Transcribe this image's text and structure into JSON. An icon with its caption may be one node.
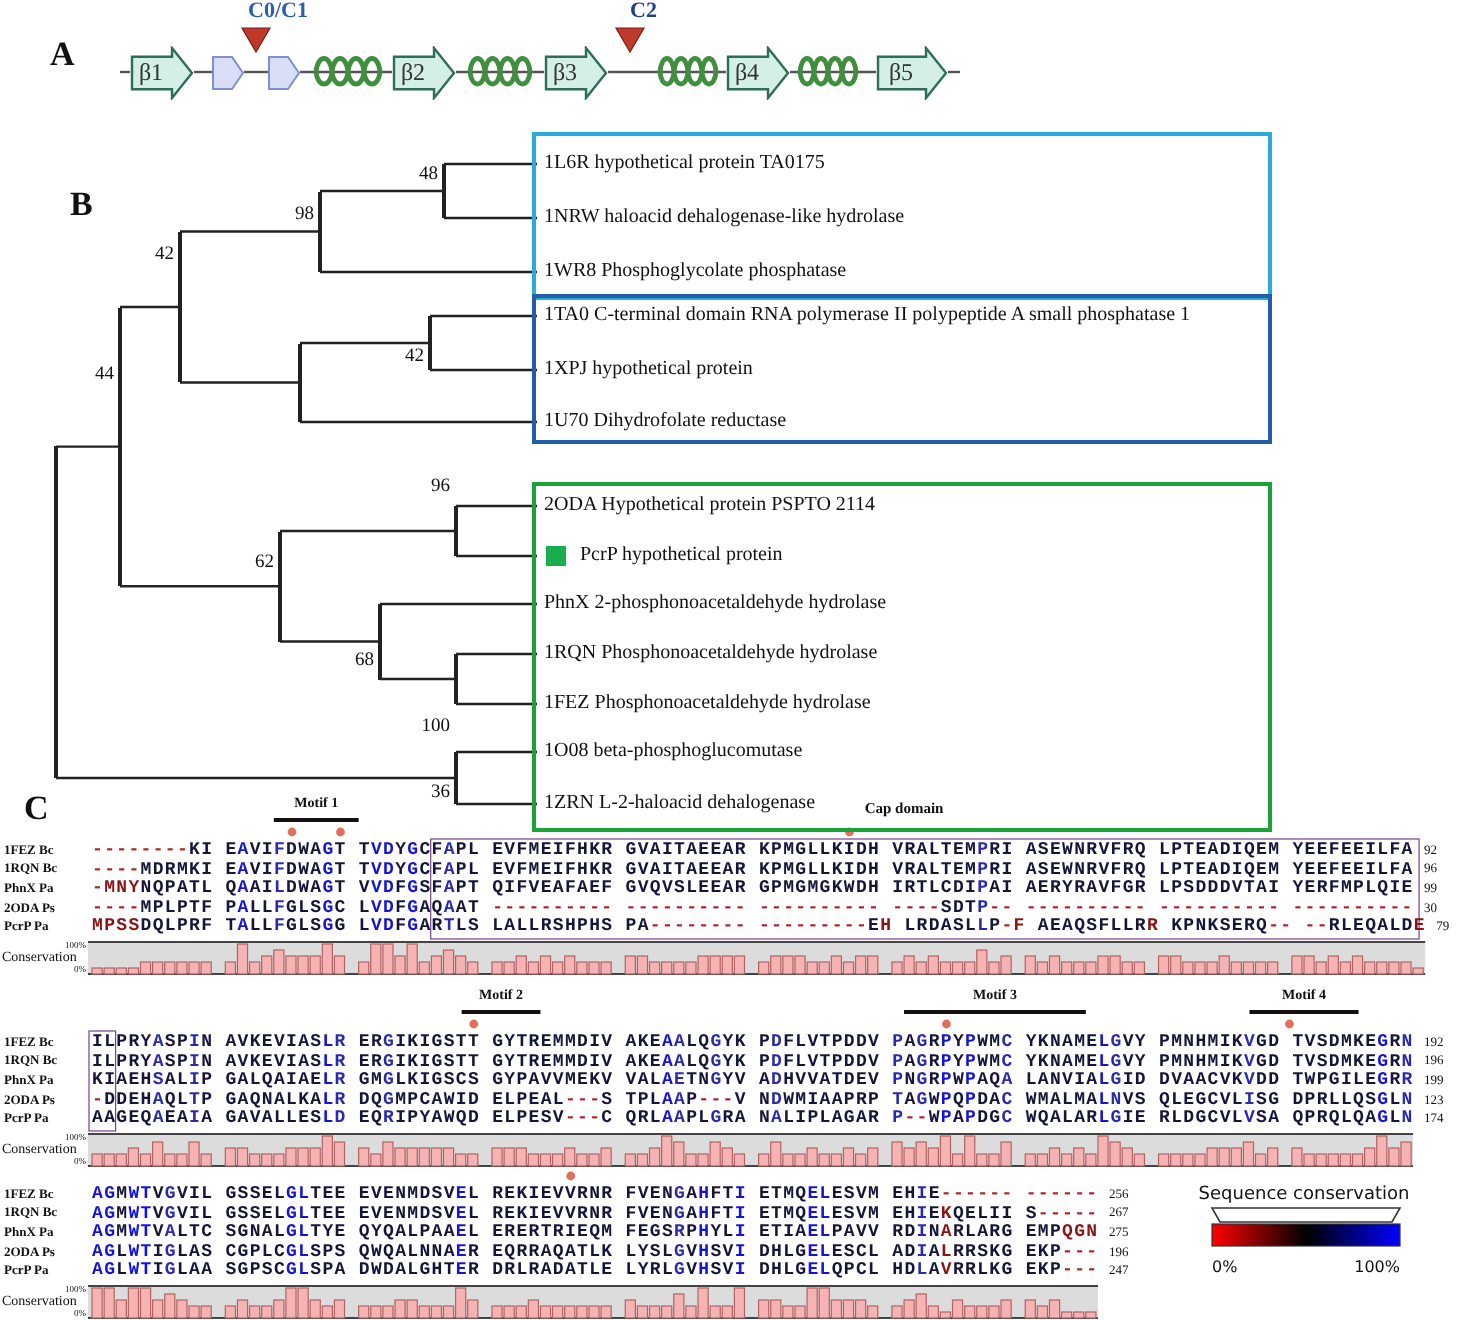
{
  "diagram": {
    "nodes": [
      {
        "text": [
          "β1"
        ]
      },
      {
        "text": [],
        "shape": "pentagon"
      },
      {
        "text": [],
        "shape": "pentagon"
      },
      {
        "text": [
          "β2"
        ]
      },
      {
        "text": [
          "β3"
        ]
      },
      {
        "text": [
          "β4"
        ]
      },
      {
        "text": [
          "β5"
        ]
      },
      {
        "text": [],
        "shape": "box"
      },
      {
        "text": [
          "1L6R hypothetical protein TA0175"
        ],
        "in": 7
      },
      {
        "text": [
          "1NRW haloacid dehalogenase-like hydrolase"
        ],
        "in": 7
      },
      {
        "text": [
          "1WR8 Phosphoglycolate phosphatase"
        ],
        "in": 7
      },
      {
        "text": [],
        "shape": "box"
      },
      {
        "text": [
          "1TA0 C-terminal domain RNA polymerase II polypeptide A small phosphatase 1"
        ],
        "in": 11
      },
      {
        "text": [
          "1XPJ hypothetical protein"
        ],
        "in": 11
      },
      {
        "text": [
          "1U70 Dihydrofolate reductase"
        ],
        "in": 11
      },
      {
        "text": [],
        "shape": "box"
      },
      {
        "text": [
          "2ODA Hypothetical protein PSPTO 2114"
        ],
        "in": 15
      },
      {
        "text": [
          "PcrP hypothetical protein"
        ],
        "in": 15
      },
      {
        "text": [
          "PhnX 2-phosphonoacetaldehyde hydrolase"
        ],
        "in": 15
      },
      {
        "text": [
          "1RQN Phosphonoacetaldehyde hydrolase"
        ],
        "in": 15
      },
      {
        "text": [
          "1FEZ Phosphonoacetaldehyde hydrolase"
        ],
        "in": 15
      },
      {
        "text": [
          "1O08 beta-phosphoglucomutase"
        ],
        "in": 15
      },
      {
        "text": [
          "1ZRN L-2-haloacid dehalogenase"
        ],
        "in": 15
      },
      {
        "text": [],
        "shape": "bar"
      },
      {
        "text": [],
        "shape": "bar",
        "beside": [
          "44"
        ]
      },
      {
        "text": [],
        "shape": "bar",
        "beside": [
          "42"
        ]
      },
      {
        "text": [],
        "shape": "bar",
        "beside": [
          "98"
        ]
      },
      {
        "text": [],
        "shape": "bar",
        "beside": [
          "48"
        ]
      },
      {
        "text": [],
        "shape": "bar"
      },
      {
        "text": [],
        "shape": "bar",
        "beside": [
          "42"
        ]
      },
      {
        "text": [],
        "shape": "bar",
        "beside": [
          "62"
        ]
      },
      {
        "text": [],
        "shape": "bar",
        "beside": [
          "96"
        ]
      },
      {
        "text": [],
        "shape": "bar",
        "beside": [
          "68"
        ]
      },
      {
        "text": [],
        "shape": "bar",
        "beside": [
          "100"
        ]
      },
      {
        "text": [],
        "shape": "bar",
        "beside": [
          "36"
        ]
      }
    ],
    "edges": [
      {
        "from": 0,
        "to": 1,
        "arrow": "none"
      },
      {
        "from": 1,
        "to": 2,
        "arrow": "none"
      },
      {
        "from": 2,
        "to": 3,
        "arrow": "none"
      },
      {
        "from": 3,
        "to": 4,
        "arrow": "none"
      },
      {
        "from": 4,
        "to": 5,
        "arrow": "none"
      },
      {
        "from": 5,
        "to": 6,
        "arrow": "none"
      },
      {
        "from": 23,
        "to": 24,
        "arrow": "none"
      },
      {
        "from": 23,
        "to": 34,
        "arrow": "none"
      },
      {
        "from": 24,
        "to": 25,
        "arrow": "none"
      },
      {
        "from": 24,
        "to": 30,
        "arrow": "none"
      },
      {
        "from": 25,
        "to": 26,
        "arrow": "none"
      },
      {
        "from": 25,
        "to": 28,
        "arrow": "none"
      },
      {
        "from": 26,
        "to": 27,
        "arrow": "none"
      },
      {
        "from": 26,
        "to": 10,
        "arrow": "none"
      },
      {
        "from": 27,
        "to": 8,
        "arrow": "none"
      },
      {
        "from": 27,
        "to": 9,
        "arrow": "none"
      },
      {
        "from": 28,
        "to": 29,
        "arrow": "none"
      },
      {
        "from": 28,
        "to": 14,
        "arrow": "none"
      },
      {
        "from": 29,
        "to": 12,
        "arrow": "none"
      },
      {
        "from": 29,
        "to": 13,
        "arrow": "none"
      },
      {
        "from": 30,
        "to": 31,
        "arrow": "none"
      },
      {
        "from": 30,
        "to": 32,
        "arrow": "none"
      },
      {
        "from": 31,
        "to": 16,
        "arrow": "none"
      },
      {
        "from": 31,
        "to": 17,
        "arrow": "none"
      },
      {
        "from": 32,
        "to": 18,
        "arrow": "none"
      },
      {
        "from": 32,
        "to": 33,
        "arrow": "none"
      },
      {
        "from": 33,
        "to": 19,
        "arrow": "none"
      },
      {
        "from": 33,
        "to": 20,
        "arrow": "none"
      },
      {
        "from": 34,
        "to": 21,
        "arrow": "none"
      },
      {
        "from": 34,
        "to": 22,
        "arrow": "none"
      }
    ],
    "labels": [
      "C0/C1",
      "C2",
      "A",
      "B",
      "C",
      "Motif 1",
      "Cap domain",
      "1FEZ Bc",
      "--------KI EAVIFDWAGT TVDYGCFAPL EVFMEIFHKR GVAITAEEAR KPMGLLKIDH VRALTEMPRI ASEWNRVFRQ LPTEADIQEM YEEFEEILFA",
      "92",
      "1RQN Bc",
      "----MDRMKI EAVIFDWAGT TVDYGCFAPL EVFMEIFHKR GVAITAEEAR KPMGLLKIDH VRALTEMPRI ASEWNRVFRQ LPTEADIQEM YEEFEEILFA",
      "96",
      "PhnX Pa",
      "-MNYNQPATL QAAILDWAGT VVDFGSFAPT QIFVEAFAEF GVQVSLEEAR GPMGMGKWDH IRTLCDIPAI AERYRAVFGR LPSDDDVTAI YERFMPLQIE",
      "99",
      "2ODA Ps",
      "----MPLPTF PALLFGLSGC LVDFGAQAAT ---------- ---------- ---------- ----SDTP-- ---------- ---------- ----------",
      "30",
      "PcrP Pa",
      "MPSSDQLPRF TALLFGLSGG LVDFGARTLS LALLRSHPHS PA-------- ---------EH LRDASLLP-F AEAQSFLLRR KPNKSERQ-- --RLEQALDE",
      "79",
      "100%",
      "Conservation",
      "0%",
      "Motif 2",
      "Motif 3",
      "Motif 4",
      "1FEZ Bc",
      "ILPRYASPIN AVKEVIASLR ERGIKIGSTT GYTREMMDIV AKEAALQGYK PDFLVTPDDV PAGRPYPWMC YKNAMELGVY PMNHMIKVGD TVSDMKEGRN",
      "192",
      "1RQN Bc",
      "ILPRYASPIN AVKEVIASLR ERGIKIGSTT GYTREMMDIV AKEAALQGYK PDFLVTPDDV PAGRPYPWMC YKNAMELGVY PMNHMIKVGD TVSDMKEGRN",
      "196",
      "PhnX Pa",
      "KIAEHSALIP GALQAIAELR GMGLKIGSCS GYPAVVMEKV VALAETNGYV ADHVVATDEV PNGRPWPAQA LANVIALGID DVAACVKVDD TWPGILEGRR",
      "199",
      "2ODA Ps",
      "-DDEHAQLTP GAQNALKALR DQGMPCAWID ELPEAL---S TPLAAP---V NDWMIAAPRP TAGWPQPDAC WMALMALNVS QLEGCVLISG DPRLLQSGLN",
      "123",
      "PcrP Pa",
      "AAGEQAEAIA GAVALLESLD EQRIPYAWQD ELPESV---C QRLAAPLGRA NALIPLAGAR P--WPAPDGC WQALARLGIE RLDGCVLVSA QPRQLQAGLN",
      "174",
      "100%",
      "Conservation",
      "0%",
      "1FEZ Bc",
      "AGMWTVGVIL GSSELGLTEE EVENMDSVEL REKIEVVRNR FVENGAHFTI ETMQELESVM EHIE------ ------",
      "256",
      "1RQN Bc",
      "AGMWTVGVIL GSSELGLTEE EVENMDSVEL REKIEVVRNR FVENGAHFTI ETMQELESVM EHIEKQELII S-----",
      "267",
      "PhnX Pa",
      "AGMWTVALTC SGNALGLTYE QYQALPAAEL ERERTRIEQM FEGSRPHYLI ETIAELPAVV RDINARLARG EMPQGN",
      "275",
      "2ODA Ps",
      "AGLWTIGLAS CGPLCGLSPS QWQALNNAER EQRRAQATLK LYSLGVHSVI DHLGELESCL ADIALRRSKG EKP---",
      "196",
      "PcrP Pa",
      "AGLWTIGLAA SGPSCGLSPA DWDALGHTER DRLRADATLE LYRLGVHSVI DHLGELQPCL HDLAVRRLKG EKP---",
      "247",
      "100%",
      "Conservation",
      "0%",
      "Sequence conservation",
      "0%",
      "100%"
    ]
  }
}
